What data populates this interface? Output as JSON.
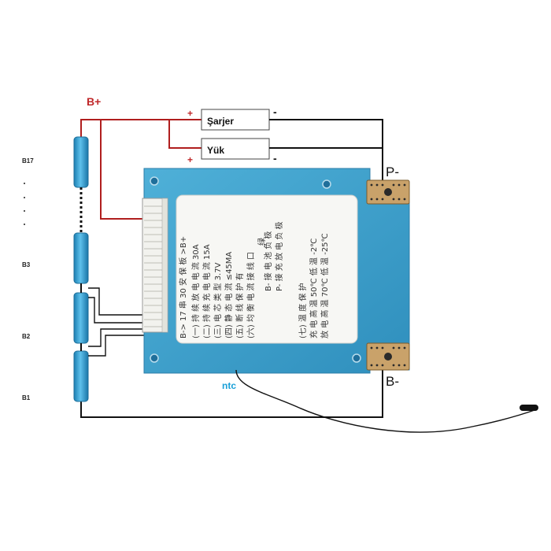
{
  "title_bplus": "B+",
  "charger_label": "Şarjer",
  "load_label": "Yük",
  "plus_sign": "+",
  "minus_sign": "-",
  "p_minus": "P-",
  "b_minus": "B-",
  "ntc_label": "ntc",
  "cells": [
    "B17",
    "B3",
    "B2",
    "B1"
  ],
  "sticker": {
    "header": "B-> 17 串 30 安 保 板 >B+",
    "lines": [
      "(一) 持 续 放 电 电 流 30A",
      "(二) 持 续 充 电 电 流 15A",
      "(三) 电 芯 类 型 3.7V",
      "(四) 静 态 电 流 ≤45MA",
      "(五) 断 线 保 护 有",
      "(六) 均 衡 电 流 接 线 口"
    ],
    "right_lines": [
      "B- 接 电 池 负 极",
      "P- 接 充 放 电 负 极",
      "(七) 温 度 保 护",
      "充 电 高 温 50℃ 低 温 -2℃",
      "放 电 高 温 70℃ 低 温 -25℃"
    ],
    "big_char": "绿"
  },
  "colors": {
    "red_wire": "#b01e1e",
    "black_wire": "#111111",
    "board_blue": "#3e9fc9",
    "cell_blue": "#2f9bd0",
    "ntc_text": "#1aa0d8",
    "bplus_text": "#c0282a"
  }
}
